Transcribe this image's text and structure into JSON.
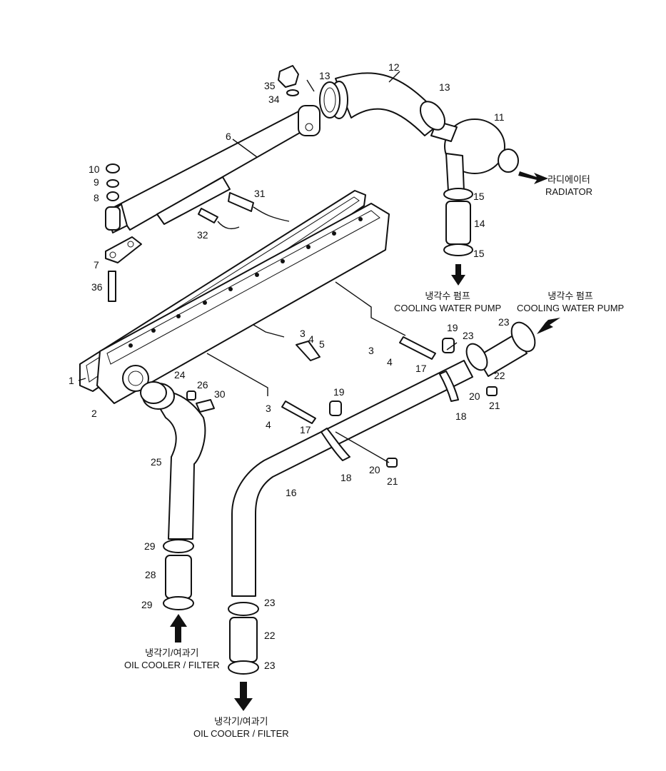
{
  "callouts": [
    {
      "id": "c1",
      "text": "1"
    },
    {
      "id": "c2",
      "text": "2"
    },
    {
      "id": "c3a",
      "text": "3"
    },
    {
      "id": "c3b",
      "text": "3"
    },
    {
      "id": "c3c",
      "text": "3"
    },
    {
      "id": "c4a",
      "text": "4"
    },
    {
      "id": "c4b",
      "text": "4"
    },
    {
      "id": "c4c",
      "text": "4"
    },
    {
      "id": "c5",
      "text": "5"
    },
    {
      "id": "c6",
      "text": "6"
    },
    {
      "id": "c7",
      "text": "7"
    },
    {
      "id": "c8",
      "text": "8"
    },
    {
      "id": "c9",
      "text": "9"
    },
    {
      "id": "c10",
      "text": "10"
    },
    {
      "id": "c11",
      "text": "11"
    },
    {
      "id": "c12",
      "text": "12"
    },
    {
      "id": "c13a",
      "text": "13"
    },
    {
      "id": "c13b",
      "text": "13"
    },
    {
      "id": "c14",
      "text": "14"
    },
    {
      "id": "c15a",
      "text": "15"
    },
    {
      "id": "c15b",
      "text": "15"
    },
    {
      "id": "c16",
      "text": "16"
    },
    {
      "id": "c17a",
      "text": "17"
    },
    {
      "id": "c17b",
      "text": "17"
    },
    {
      "id": "c18a",
      "text": "18"
    },
    {
      "id": "c18b",
      "text": "18"
    },
    {
      "id": "c19a",
      "text": "19"
    },
    {
      "id": "c19b",
      "text": "19"
    },
    {
      "id": "c20a",
      "text": "20"
    },
    {
      "id": "c20b",
      "text": "20"
    },
    {
      "id": "c21a",
      "text": "21"
    },
    {
      "id": "c21b",
      "text": "21"
    },
    {
      "id": "c22a",
      "text": "22"
    },
    {
      "id": "c22b",
      "text": "22"
    },
    {
      "id": "c23a",
      "text": "23"
    },
    {
      "id": "c23b",
      "text": "23"
    },
    {
      "id": "c23c",
      "text": "23"
    },
    {
      "id": "c23d",
      "text": "23"
    },
    {
      "id": "c24",
      "text": "24"
    },
    {
      "id": "c25",
      "text": "25"
    },
    {
      "id": "c26",
      "text": "26"
    },
    {
      "id": "c28",
      "text": "28"
    },
    {
      "id": "c29a",
      "text": "29"
    },
    {
      "id": "c29b",
      "text": "29"
    },
    {
      "id": "c30",
      "text": "30"
    },
    {
      "id": "c31",
      "text": "31"
    },
    {
      "id": "c32",
      "text": "32"
    },
    {
      "id": "c34",
      "text": "34"
    },
    {
      "id": "c35",
      "text": "35"
    },
    {
      "id": "c36",
      "text": "36"
    }
  ],
  "destinations": {
    "radiator": {
      "ko": "라디에이터",
      "en": "RADIATOR"
    },
    "pump_out": {
      "ko": "냉각수 펌프",
      "en": "COOLING WATER PUMP"
    },
    "pump_in": {
      "ko": "냉각수 펌프",
      "en": "COOLING WATER PUMP"
    },
    "oilcooler_in": {
      "ko": "냉각기/여과기",
      "en": "OIL COOLER / FILTER"
    },
    "oilcooler_out": {
      "ko": "냉각기/여과기",
      "en": "OIL COOLER / FILTER"
    }
  }
}
